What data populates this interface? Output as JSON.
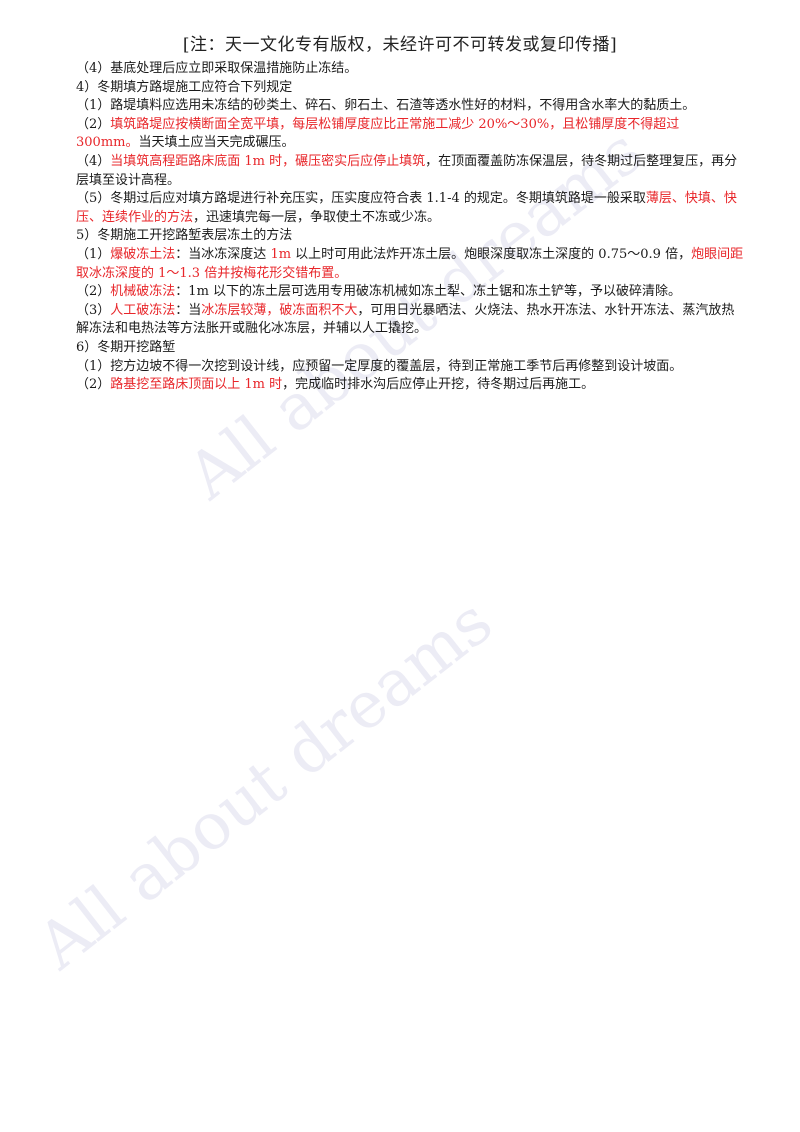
{
  "header": {
    "note": "[注：天一文化专有版权，未经许可不可转发或复印传播]"
  },
  "watermark": {
    "text": "All about dreams",
    "color": "#c8c8e1"
  },
  "colors": {
    "text": "#1a1a1a",
    "highlight": "#e8262a"
  },
  "lines": [
    {
      "segments": [
        {
          "t": "（4）基底处理后应立即采取保温措施防止冻结。",
          "red": false
        }
      ]
    },
    {
      "segments": [
        {
          "t": "4）冬期填方路堤施工应符合下列规定",
          "red": false
        }
      ]
    },
    {
      "segments": [
        {
          "t": "（1）路堤填料应选用未冻结的砂类土、碎石、卵石土、石渣等透水性好的材料，不得用含水率大的黏质土。",
          "red": false
        }
      ]
    },
    {
      "segments": [
        {
          "t": "（2）",
          "red": false
        },
        {
          "t": "填筑路堤应按横断面全宽平填，每层松铺厚度应比正常施工减少 20%～30%，且松铺厚度不得超过 300mm。",
          "red": true
        },
        {
          "t": "当天填土应当天完成碾压。",
          "red": false
        }
      ]
    },
    {
      "segments": [
        {
          "t": "（4）",
          "red": false
        },
        {
          "t": "当填筑高程距路床底面 1m 时，碾压密实后应停止填筑",
          "red": true
        },
        {
          "t": "，在顶面覆盖防冻保温层，待冬期过后整理复压，再分层填至设计高程。",
          "red": false
        }
      ]
    },
    {
      "segments": [
        {
          "t": "（5）冬期过后应对填方路堤进行补充压实，压实度应符合表 1.1-4 的规定。冬期填筑路堤一般采取",
          "red": false
        },
        {
          "t": "薄层、快填、快压、连续作业的方法",
          "red": true
        },
        {
          "t": "，迅速填完每一层，争取使土不冻或少冻。",
          "red": false
        }
      ]
    },
    {
      "segments": [
        {
          "t": "5）冬期施工开挖路堑表层冻土的方法",
          "red": false
        }
      ]
    },
    {
      "segments": [
        {
          "t": "（1）",
          "red": false
        },
        {
          "t": "爆破冻土法",
          "red": true
        },
        {
          "t": "：当冰冻深度达 ",
          "red": false
        },
        {
          "t": "1m",
          "red": true
        },
        {
          "t": " 以上时可用此法炸开冻土层。炮眼深度取冻土深度的 0.75～0.9 倍，",
          "red": false
        },
        {
          "t": "炮眼间距取冰冻深度的 1～1.3 倍并按梅花形交错布置。",
          "red": true
        }
      ]
    },
    {
      "segments": [
        {
          "t": "（2）",
          "red": false
        },
        {
          "t": "机械破冻法",
          "red": true
        },
        {
          "t": "：1m 以下的冻土层可选用专用破冻机械如冻土犁、冻土锯和冻土铲等，予以破碎清除。",
          "red": false
        }
      ]
    },
    {
      "segments": [
        {
          "t": "（3）",
          "red": false
        },
        {
          "t": "人工破冻法",
          "red": true
        },
        {
          "t": "：当",
          "red": false
        },
        {
          "t": "冰冻层较薄，破冻面积不大",
          "red": true
        },
        {
          "t": "，可用日光暴晒法、火烧法、热水开冻法、水针开冻法、蒸汽放热解冻法和电热法等方法胀开或融化冰冻层，并辅以人工撬挖。",
          "red": false
        }
      ]
    },
    {
      "segments": [
        {
          "t": "6）冬期开挖路堑",
          "red": false
        }
      ]
    },
    {
      "segments": [
        {
          "t": "（1）挖方边坡不得一次挖到设计线，应预留一定厚度的覆盖层，待到正常施工季节后再修整到设计坡面。",
          "red": false
        }
      ]
    },
    {
      "segments": [
        {
          "t": "（2）",
          "red": false
        },
        {
          "t": "路基挖至路床顶面以上 1m 时",
          "red": true
        },
        {
          "t": "，完成临时排水沟后应停止开挖，待冬期过后再施工。",
          "red": false
        }
      ]
    }
  ]
}
